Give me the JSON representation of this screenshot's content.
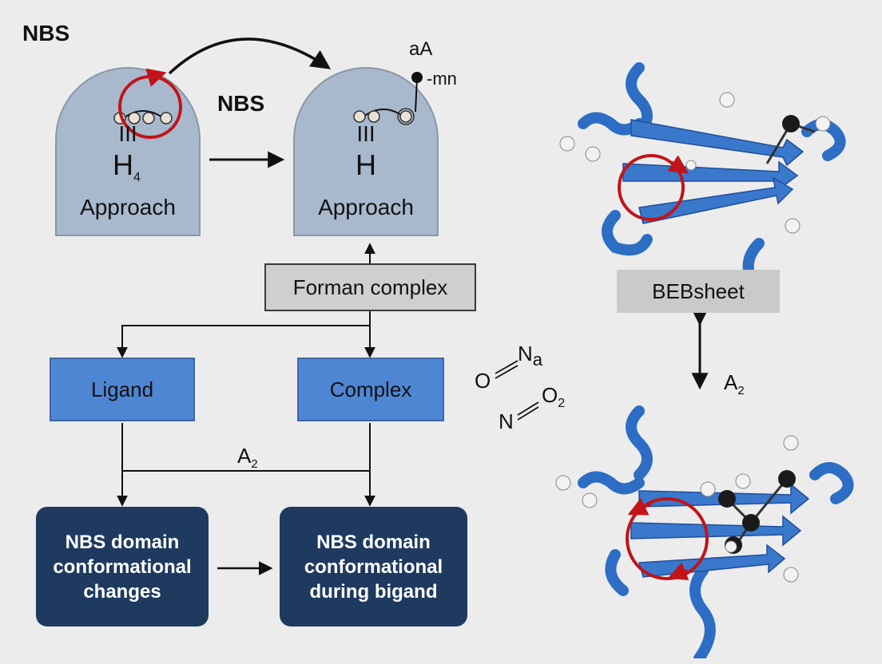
{
  "title": "NBS",
  "top": {
    "left_arch": {
      "symbol": "III",
      "letter": "H",
      "subscript": "4",
      "label": "Approach"
    },
    "right_arch": {
      "symbol": "III",
      "letter": "H",
      "label": "Approach"
    },
    "middle_label": "NBS",
    "corner_top": "aA",
    "corner_bottom": "-mn"
  },
  "flow": {
    "forman_complex": "Forman complex",
    "ligand": "Ligand",
    "complex": "Complex",
    "a2_label": "A",
    "a2_sub": "2",
    "nbs_left": "NBS domain\nconformational\nchanges",
    "nbs_right": "NBS domain\nconformational\nduring bigand"
  },
  "molecules": {
    "m1_left": "O",
    "m1_right": "N",
    "m1_sub": "a",
    "m2_left": "N",
    "m2_right": "O",
    "m2_sub": "2"
  },
  "protein": {
    "label": "BEBsheet",
    "arrow_label": "A",
    "arrow_sub": "2"
  },
  "colors": {
    "accent_red": "#c0141a",
    "protein_blue": "#2d6ec4",
    "navy": "#1f3a5f",
    "box_blue": "#4f86d4"
  }
}
